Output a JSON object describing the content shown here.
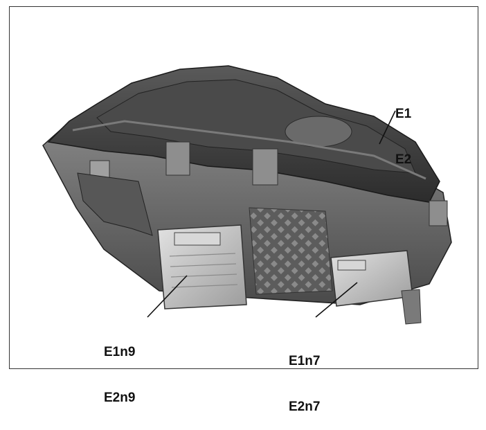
{
  "callouts": {
    "top_right": {
      "line1": "E1",
      "line2": "E2"
    },
    "bottom_left": {
      "line1": "E1n9",
      "line2": "E2n9"
    },
    "bottom_right": {
      "line1": "E1n7",
      "line2": "E2n7"
    }
  },
  "colors": {
    "housing_dark": "#3a3a3a",
    "housing_mid": "#6e6e6e",
    "housing_light": "#9a9a9a",
    "module_metal": "#c9c9c9",
    "leader_line": "#111111"
  }
}
